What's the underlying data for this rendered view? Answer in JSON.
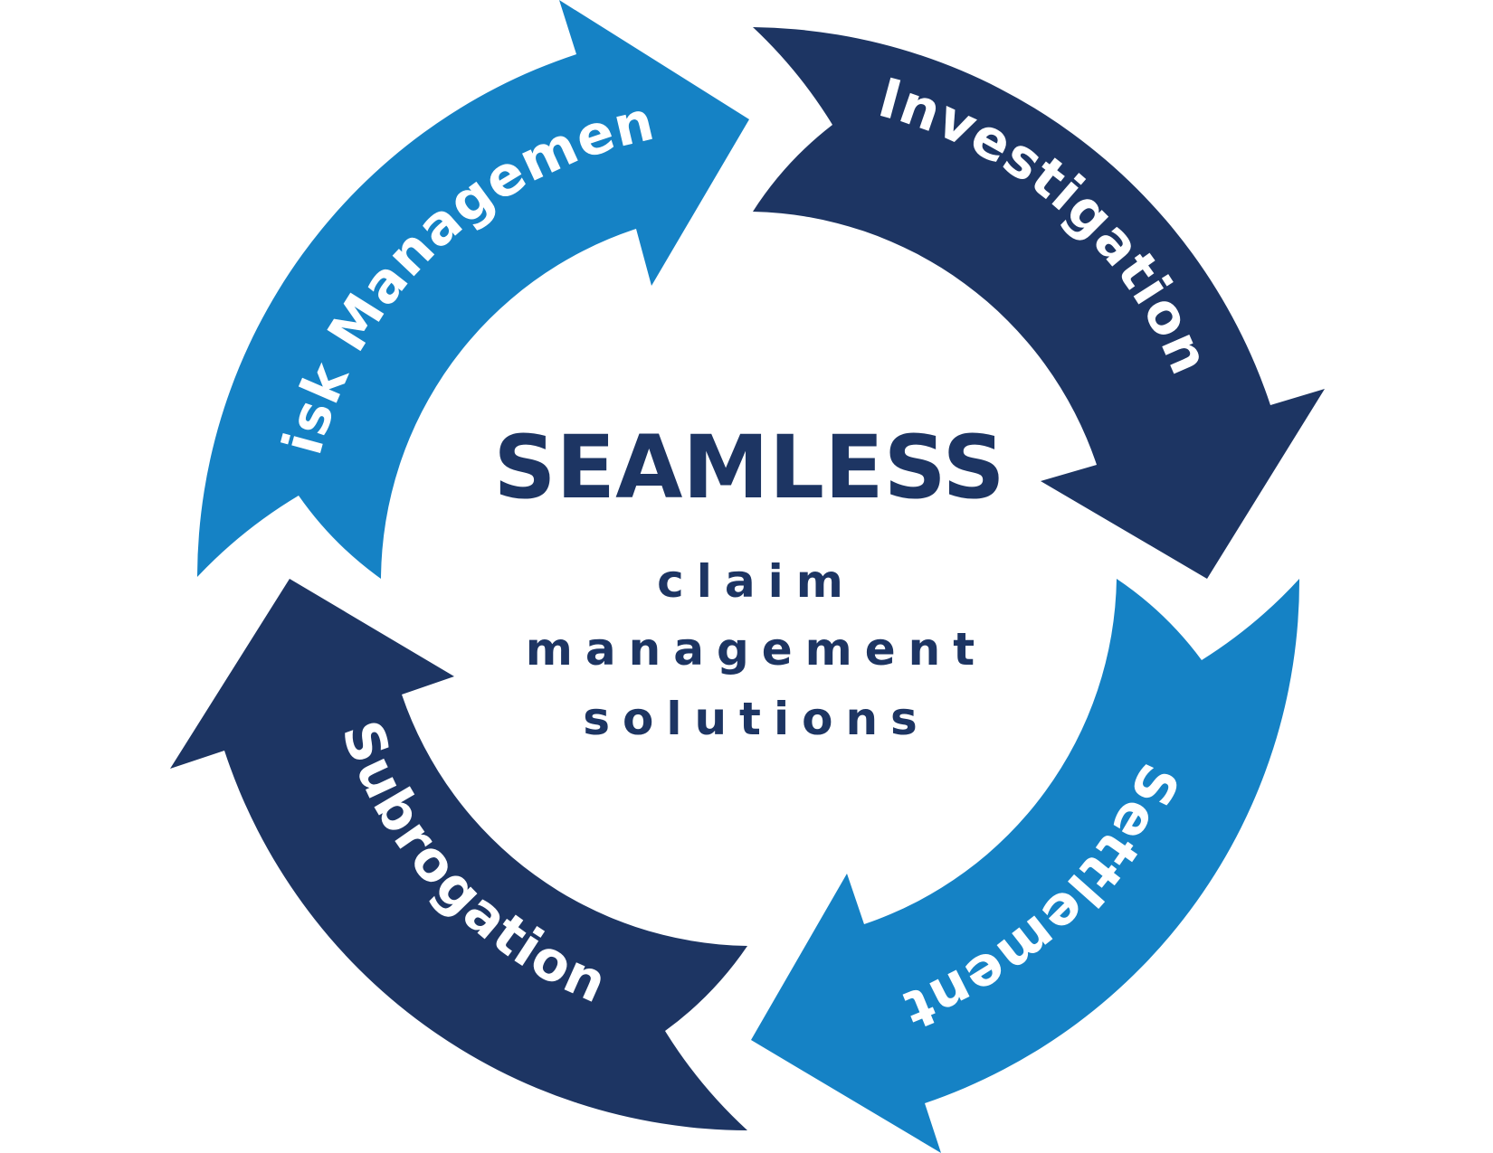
{
  "cycle": {
    "steps": [
      {
        "label": "Risk Management",
        "color": "#1582c5"
      },
      {
        "label": "Investigation",
        "color": "#1d3563"
      },
      {
        "label": "Settlement",
        "color": "#1582c5"
      },
      {
        "label": "Subrogation",
        "color": "#1d3563"
      }
    ]
  },
  "center": {
    "title": "SEAMLESS",
    "lines": [
      "claim",
      "management",
      "solutions"
    ],
    "color": "#1d3563"
  }
}
